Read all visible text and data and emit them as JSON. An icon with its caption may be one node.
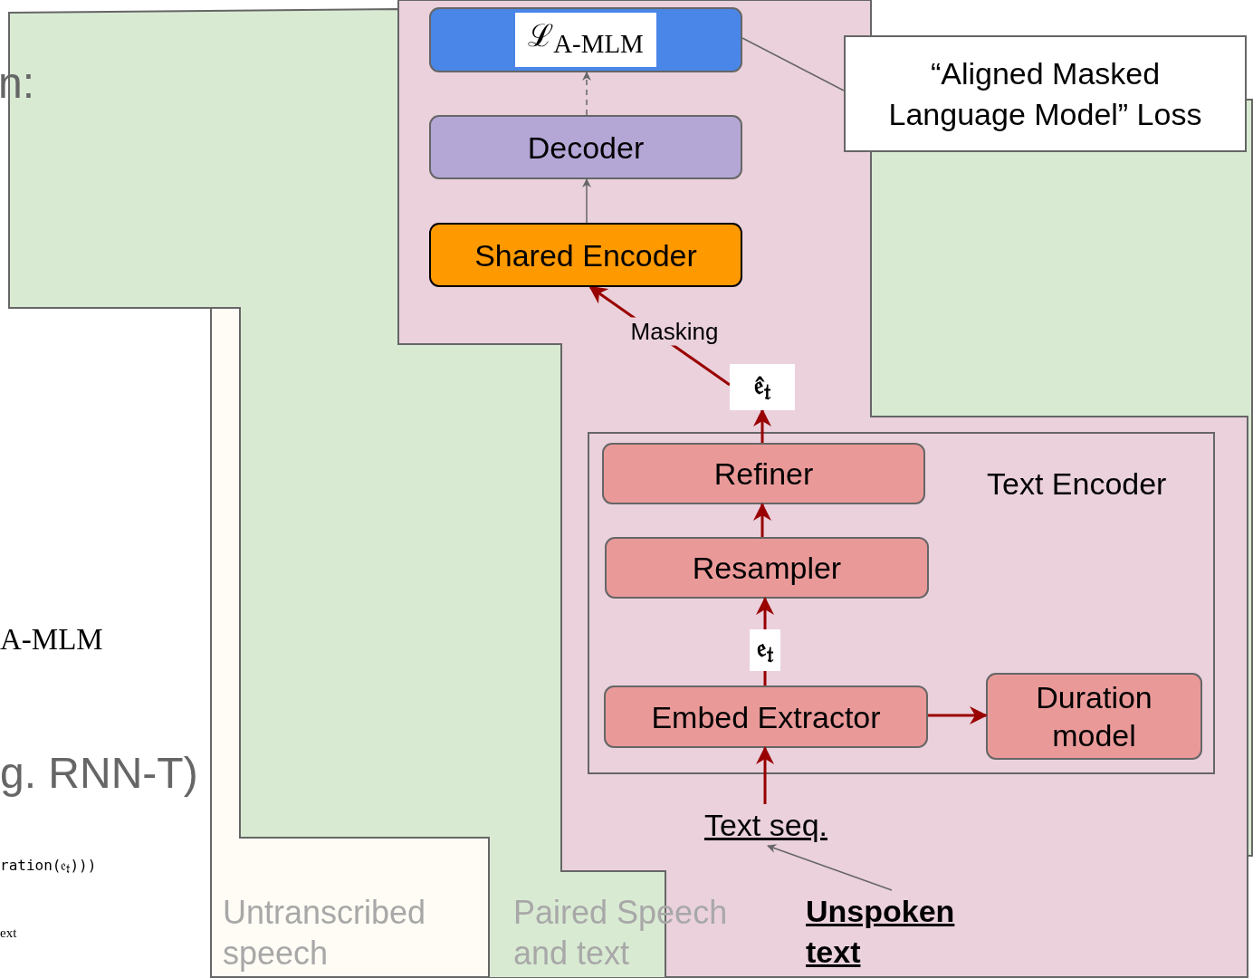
{
  "diagram": {
    "nodes": [
      {
        "text": [
          "ℒ$_{A-MLM}$"
        ]
      },
      {
        "text": [
          "Decoder"
        ]
      },
      {
        "text": [
          "Shared Encoder"
        ]
      },
      {
        "text": [
          "𝔢̂$_{𝔱}$"
        ]
      },
      {
        "text": [
          "Text Encoder"
        ]
      },
      {
        "text": [
          "Refiner"
        ],
        "in": 4
      },
      {
        "text": [
          "Resampler"
        ],
        "in": 4
      },
      {
        "text": [
          "Embed Extractor"
        ],
        "in": 4
      },
      {
        "text": [
          "Duration model"
        ],
        "in": 4
      },
      {
        "text": [
          "Text seq."
        ]
      },
      {
        "text": [
          "“Aligned Masked Language Model” Loss"
        ]
      },
      {
        "text": [
          "Unspoken text"
        ]
      }
    ],
    "edges": [
      {
        "from": 1,
        "to": 0,
        "arrow": "to",
        "style": "dashed",
        "color": "#666666"
      },
      {
        "from": 2,
        "to": 1,
        "arrow": "to",
        "color": "#666666"
      },
      {
        "from": 3,
        "to": 2,
        "arrow": "to",
        "label": "Masking"
      },
      {
        "from": 5,
        "to": 3,
        "arrow": "to"
      },
      {
        "from": 6,
        "to": 5,
        "arrow": "to"
      },
      {
        "from": 7,
        "to": 6,
        "arrow": "to",
        "label": "𝔢$_{𝔱}$"
      },
      {
        "from": 7,
        "to": 8,
        "arrow": "to"
      },
      {
        "from": 9,
        "to": 7,
        "arrow": "to"
      },
      {
        "from": 11,
        "to": 9,
        "arrow": "to",
        "color": "#666666"
      },
      {
        "from": 10,
        "to": 0,
        "arrow": "none",
        "color": "#666666"
      }
    ],
    "labels": [
      "n:",
      "A-MLM",
      "g. RNN-T)",
      "ration(𝔢$_{𝔱}$)))",
      "ext",
      "Untranscribed speech",
      "Paired Speech and text"
    ]
  }
}
